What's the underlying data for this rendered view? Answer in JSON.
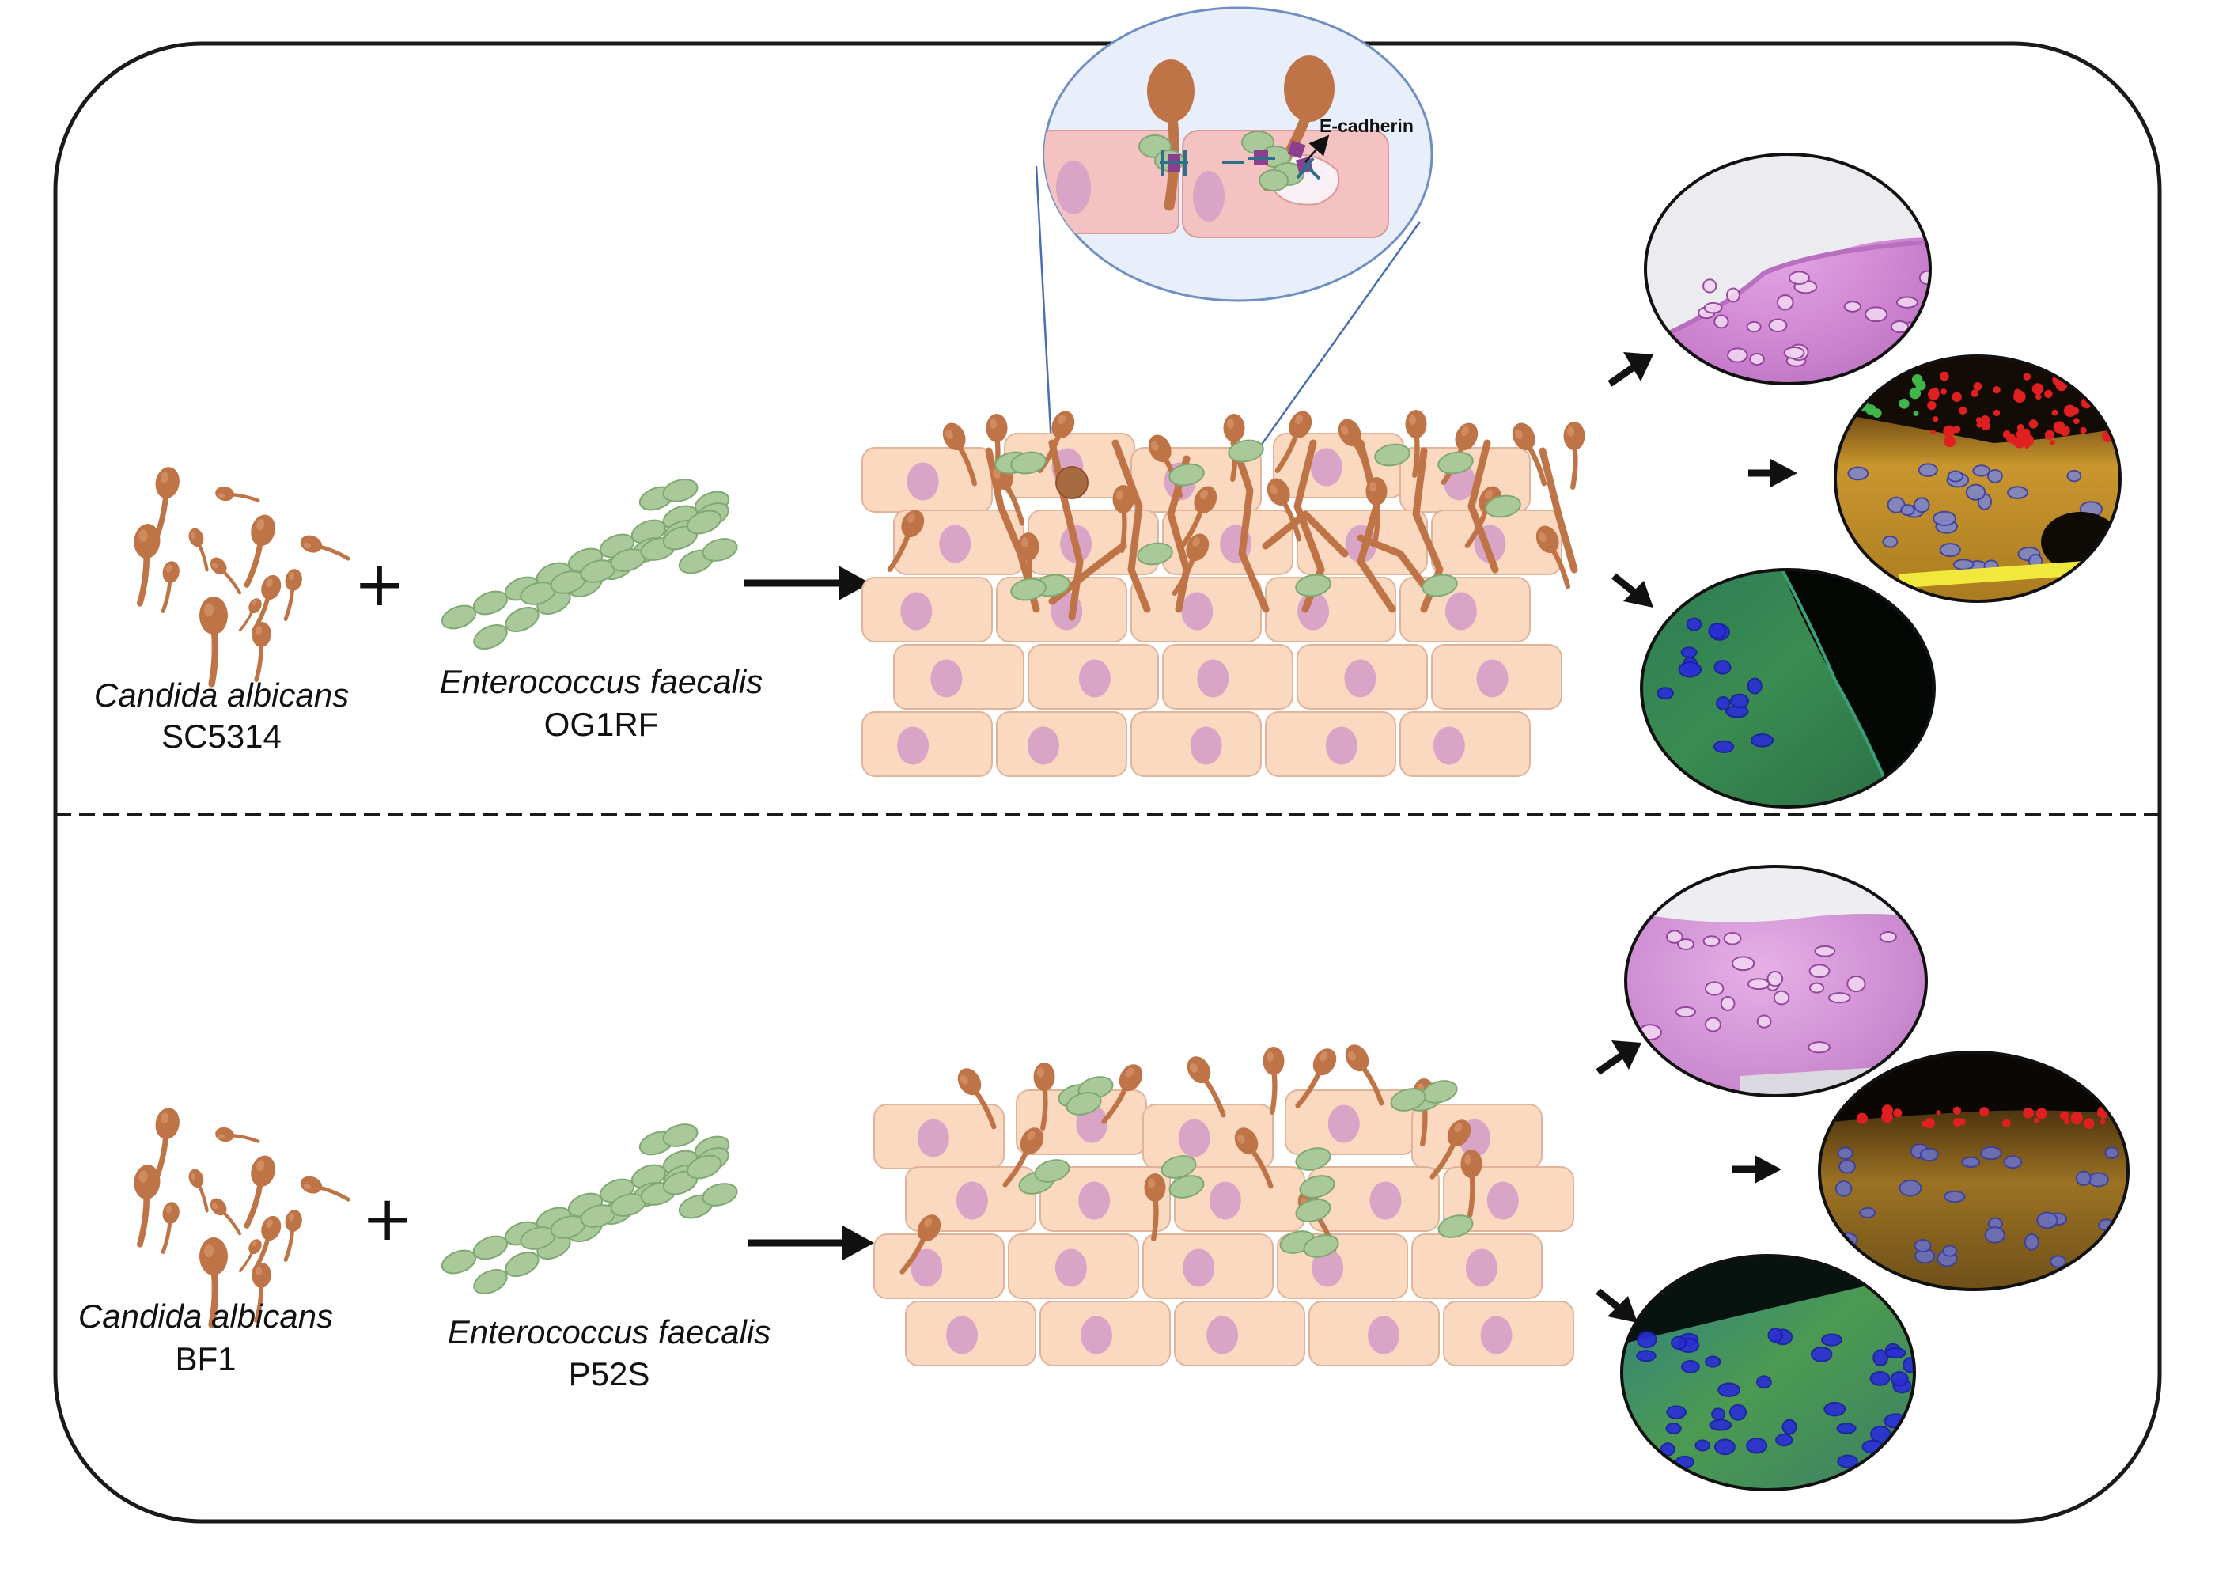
{
  "colors": {
    "frame": "#1a1a1a",
    "epithelium_fill": "#fbd8c0",
    "epithelium_stroke": "#e0b49a",
    "nucleus": "#d8a5c6",
    "candida": "#bf7447",
    "candida_dark": "#8f4f2c",
    "enterococcus": "#a9c99a",
    "enterococcus_dark": "#7fa872",
    "ecadherin_purple": "#8a3f8f",
    "ecadherin_teal": "#2f6f8a",
    "inset_fill": "#e7eefa",
    "inset_stroke": "#6f8fc2",
    "he_stain": "#d796d8",
    "if_orange": "#c9982d",
    "if_green": "#3f8f56",
    "if_blue": "#2f3fd8"
  },
  "panels": {
    "top": {
      "candida_species": "Candida albicans",
      "candida_strain": "SC5314",
      "bacteria_species": "Enterococcus faecalis",
      "bacteria_strain": "OG1RF",
      "plus_symbol": "+",
      "inset_label": "E-cadherin",
      "images": [
        "H&E histology (invasive)",
        "FISH/IF stained tissue",
        "E-cadherin immunofluorescence (disrupted)"
      ]
    },
    "bottom": {
      "candida_species": "Candida albicans",
      "candida_strain": "BF1",
      "bacteria_species": "Enterococcus faecalis",
      "bacteria_strain": "P52S",
      "plus_symbol": "+",
      "images": [
        "H&E histology (intact)",
        "FISH/IF stained tissue",
        "E-cadherin immunofluorescence (intact)"
      ]
    }
  }
}
